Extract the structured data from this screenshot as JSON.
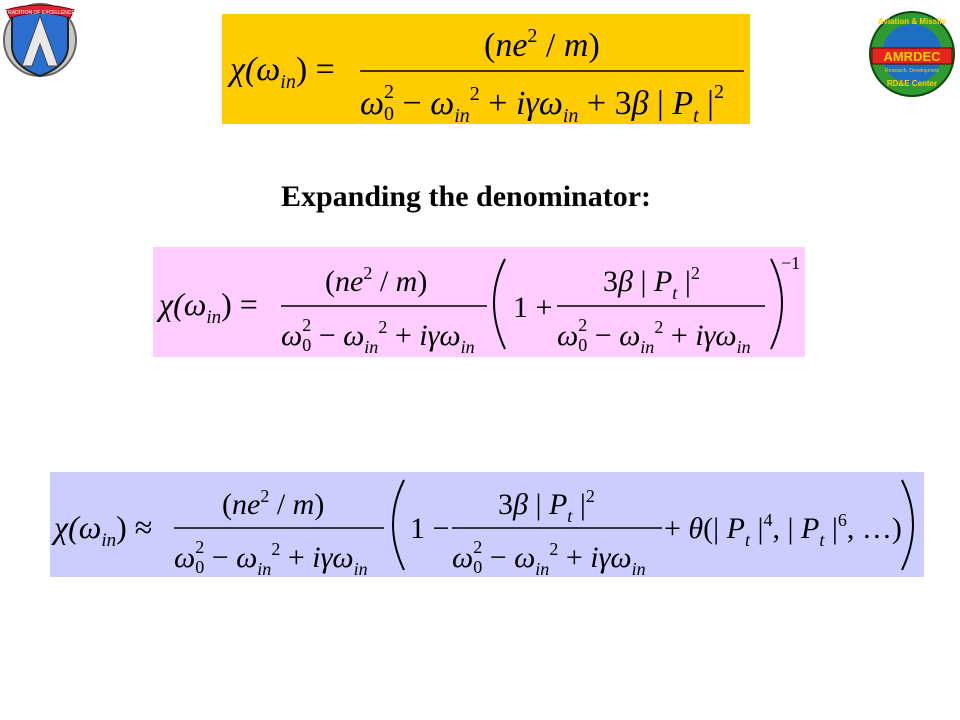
{
  "slide": {
    "heading": "Expanding the denominator:",
    "logo_left": {
      "banner_text": "TRADITION OF EXCELLENCE"
    },
    "logo_right": {
      "arc_text": "Aviation & Missile",
      "wordmark": "AMRDEC",
      "band_text": "Research, Development",
      "bottom_text": "RD&E Center"
    }
  },
  "equations": [
    {
      "id": "susceptibility",
      "background": "#ffcc00",
      "lhs": "χ(ω_in) =",
      "numerator": "(ne² / m)",
      "denominator": "ω₀² − ω_in² + iγω_in + 3β | P_t |²"
    },
    {
      "id": "factored",
      "background": "#ffccff",
      "lhs": "χ(ω_in) =",
      "numerator": "(ne² / m)",
      "denominator": "ω₀² − ω_in² + iγω_in",
      "bracket": "1 + 3β | P_t |² / (ω₀² − ω_in² + iγω_in)",
      "exponent": "−1"
    },
    {
      "id": "expanded",
      "background": "#ccccff",
      "lhs": "χ(ω_in) ≈",
      "numerator": "(ne² / m)",
      "denominator": "ω₀² − ω_in² + iγω_in",
      "bracket": "1 − 3β | P_t |² / (ω₀² − ω_in² + iγω_in) + θ(| P_t |⁴, | P_t |⁶, …)"
    }
  ]
}
